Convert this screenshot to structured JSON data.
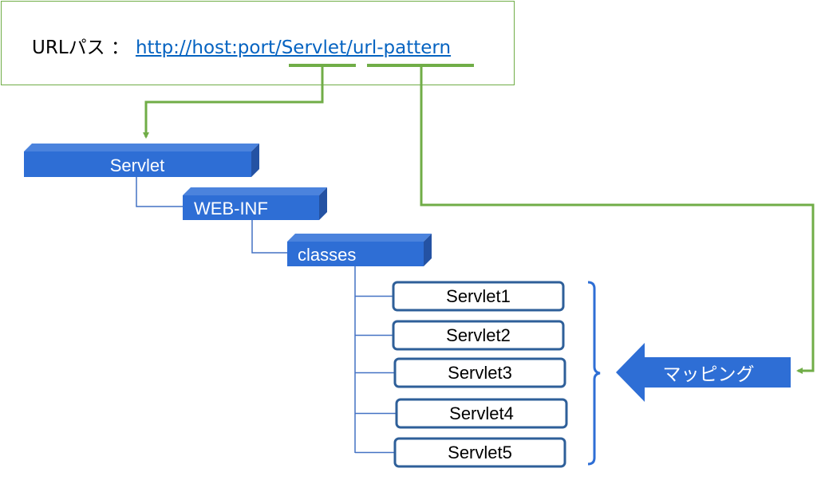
{
  "url_box": {
    "label": "URLパス ：",
    "url": "http://host:port/Servlet/url-pattern"
  },
  "folders": {
    "root": "Servlet",
    "web_inf": "WEB-INF",
    "classes": "classes"
  },
  "servlets": [
    "Servlet1",
    "Servlet2",
    "Servlet3",
    "Servlet4",
    "Servlet5"
  ],
  "mapping_label": "マッピング",
  "colors": {
    "folder_fill": "#2e6ed5",
    "folder_side": "#2452a3",
    "green": "#70ad47",
    "tree_line": "#4472c4",
    "servlet_border": "#2e5f99",
    "link": "#0563c1"
  }
}
